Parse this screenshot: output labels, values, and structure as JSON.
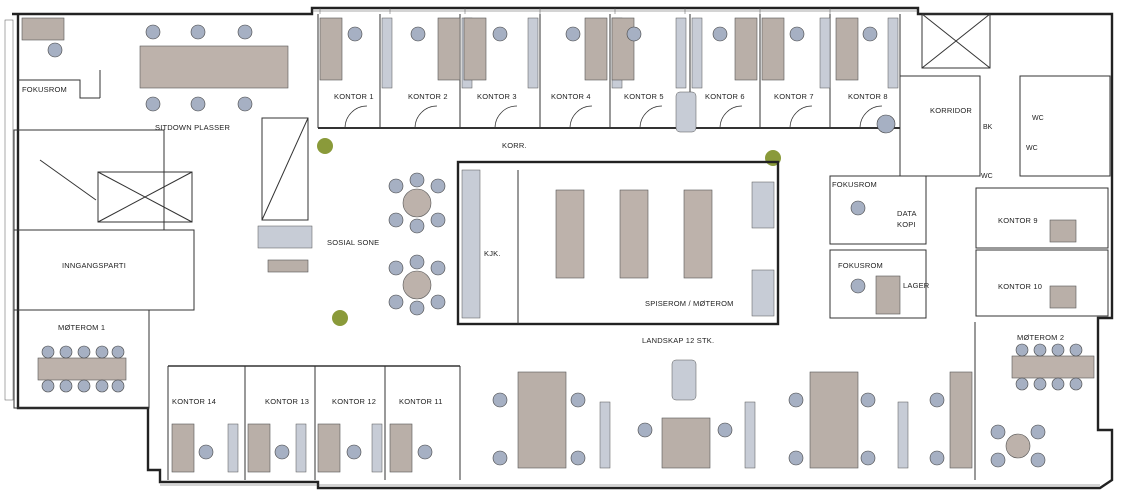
{
  "rooms": {
    "fokusrom_nw": "FOKUSROM",
    "sitdown": "SITDOWN PLASSER",
    "kontor1": "KONTOR 1",
    "kontor2": "KONTOR 2",
    "kontor3": "KONTOR 3",
    "kontor4": "KONTOR 4",
    "kontor5": "KONTOR 5",
    "kontor6": "KONTOR 6",
    "kontor7": "KONTOR 7",
    "kontor8": "KONTOR 8",
    "korridor": "KORRIDOR",
    "bk": "BK",
    "wc1": "WC",
    "wc2": "WC",
    "wc3": "WC",
    "korr": "KORR.",
    "fokusrom_mid": "FOKUSROM",
    "data": "DATA",
    "kopi": "KOPI",
    "kontor9": "KONTOR 9",
    "kontor10": "KONTOR 10",
    "fokusrom_low": "FOKUSROM",
    "lager": "LAGER",
    "inngangsparti": "INNGANGSPARTI",
    "sosial": "SOSIAL SONE",
    "kjk": "KJK.",
    "spiserom": "SPISEROM / MØTEROM",
    "moterom1": "MØTEROM 1",
    "landskap": "LANDSKAP 12 STK.",
    "moterom2": "MØTEROM 2",
    "kontor14": "KONTOR 14",
    "kontor13": "KONTOR 13",
    "kontor12": "KONTOR 12",
    "kontor11": "KONTOR 11"
  },
  "colors": {
    "wall": "#222222",
    "desk": "#b9afa8",
    "chair": "#a6b0c3",
    "plant": "#8a9a3a"
  }
}
